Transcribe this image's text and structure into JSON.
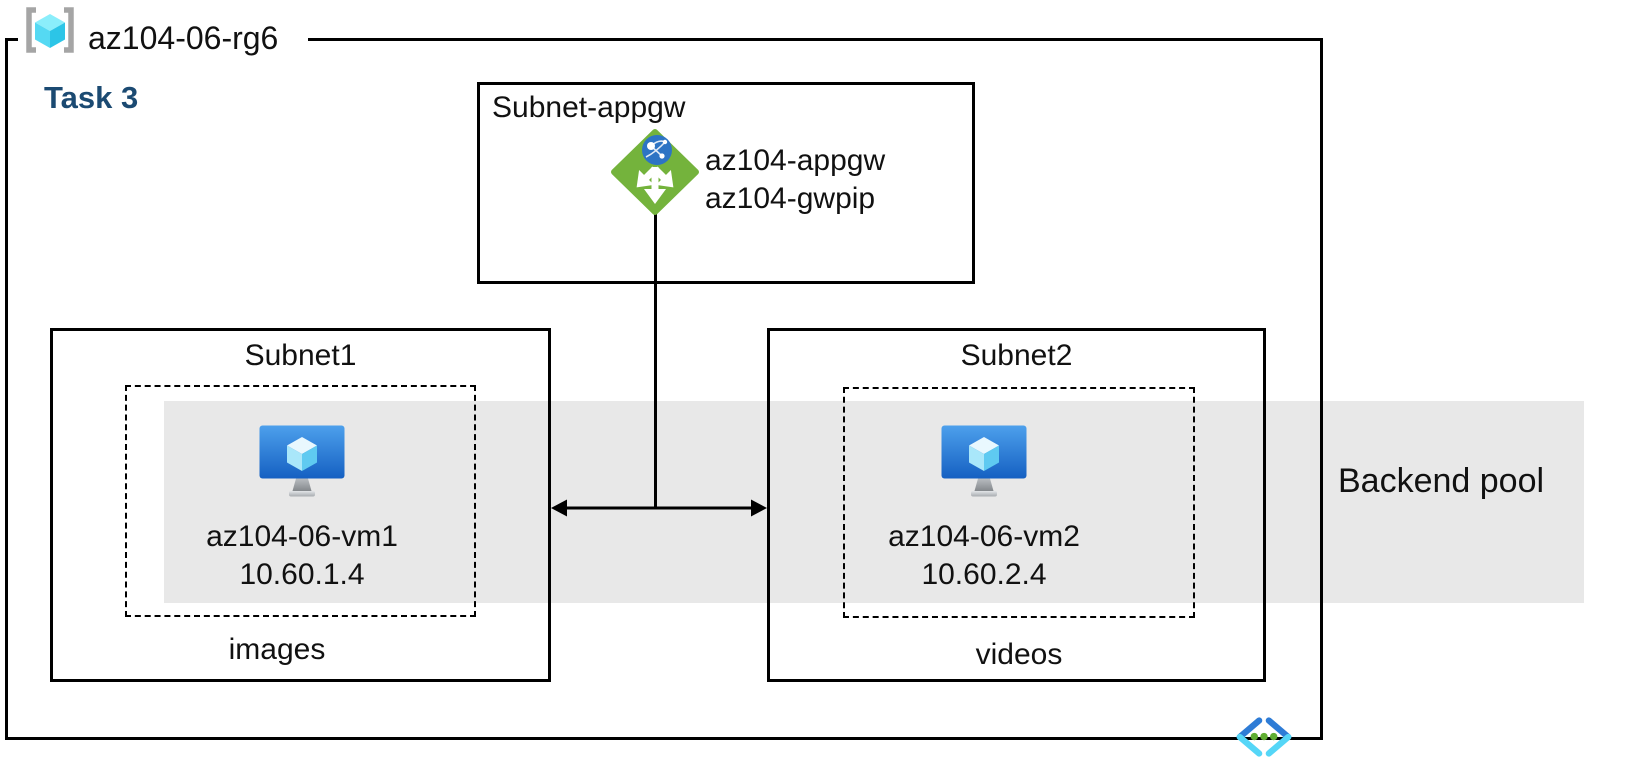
{
  "colors": {
    "accent-navy": "#1b4a72",
    "band-gray": "#e8e8e8",
    "appgw-green": "#74b33c",
    "globe-blue": "#2d74c4",
    "vm-screen-top": "#4da0ec",
    "vm-screen-bottom": "#1560c2",
    "cube-top": "#e9f8fe",
    "cube-left": "#a9e7fa",
    "cube-right": "#5fcaf1",
    "rg-bracket-gray": "#a5a5a5",
    "rg-cube-top": "#8beefb",
    "rg-cube-left": "#55d9f3",
    "rg-cube-right": "#2cc5e7",
    "vnet-dark-blue": "#2e7cd6",
    "vnet-light-blue": "#55d6f7",
    "vnet-dot-green": "#5fae32",
    "line-black": "#000000"
  },
  "resource_group": {
    "icon": "resource-group-icon",
    "name": "az104-06-rg6"
  },
  "task": {
    "label": "Task 3"
  },
  "appgw_subnet": {
    "label": "Subnet-appgw",
    "icon": "application-gateway-icon",
    "gateway_name": "az104-appgw",
    "public_ip_name": "az104-gwpip"
  },
  "subnet1": {
    "label": "Subnet1",
    "vm": {
      "icon": "virtual-machine-icon",
      "name": "az104-06-vm1",
      "ip": "10.60.1.4"
    },
    "storage_label": "images"
  },
  "subnet2": {
    "label": "Subnet2",
    "vm": {
      "icon": "virtual-machine-icon",
      "name": "az104-06-vm2",
      "ip": "10.60.2.4"
    },
    "storage_label": "videos"
  },
  "backend_pool": {
    "label": "Backend pool"
  },
  "vnet": {
    "icon": "virtual-network-icon"
  }
}
